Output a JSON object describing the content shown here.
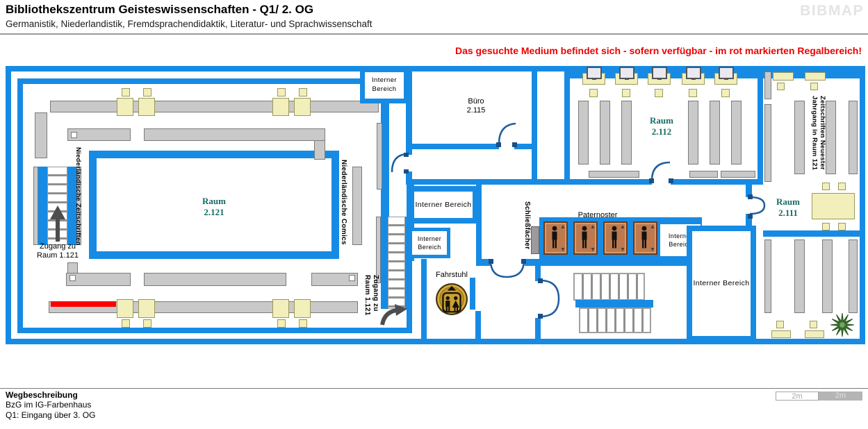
{
  "header": {
    "title": "Bibliothekszentrum Geisteswissenschaften - Q1/ 2. OG",
    "subtitle": "Germanistik, Niederlandistik, Fremdsprachendidaktik, Literatur- und Sprachwissenschaft",
    "logo": "BIBMAP",
    "notice": "Das gesuchte Medium befindet sich - sofern verfügbar -  im rot markierten Regalbereich!"
  },
  "plan": {
    "labels": {
      "interner_bereich": "Interner Bereich",
      "buero": [
        "Büro",
        "2.115"
      ],
      "raum_2121": [
        "Raum",
        "2.121"
      ],
      "raum_2112": [
        "Raum",
        "2.112"
      ],
      "raum_2111": [
        "Raum",
        "2.111"
      ],
      "paternoster": "Paternoster",
      "fahrstuhl": "Fahrstuhl",
      "schliessfaecher": "Schließfächer",
      "zugang": [
        "Zugang zu",
        "Raum 1.121"
      ],
      "nl_zeitschriften": "Niederländische Zeitschriften",
      "nl_comics": "Niederländische Comics",
      "zs_neuester": [
        "Zeitschriften Neuester",
        "Jahrgang in Raum 121"
      ]
    },
    "colors": {
      "wall": "#178be4",
      "door": "#1d5e9e",
      "highlight": "#fe0000",
      "room_label": "#156b62",
      "shelf": "#c9c9c9",
      "desk": "#f2efbb",
      "paternoster_cabin": "#bd7a4e"
    }
  },
  "footer": {
    "heading": "Wegbeschreibung",
    "line1": "BzG im IG-Farbenhaus",
    "line2": "Q1: Eingang über 3. OG",
    "scale_left": "2m",
    "scale_right": "2m"
  }
}
